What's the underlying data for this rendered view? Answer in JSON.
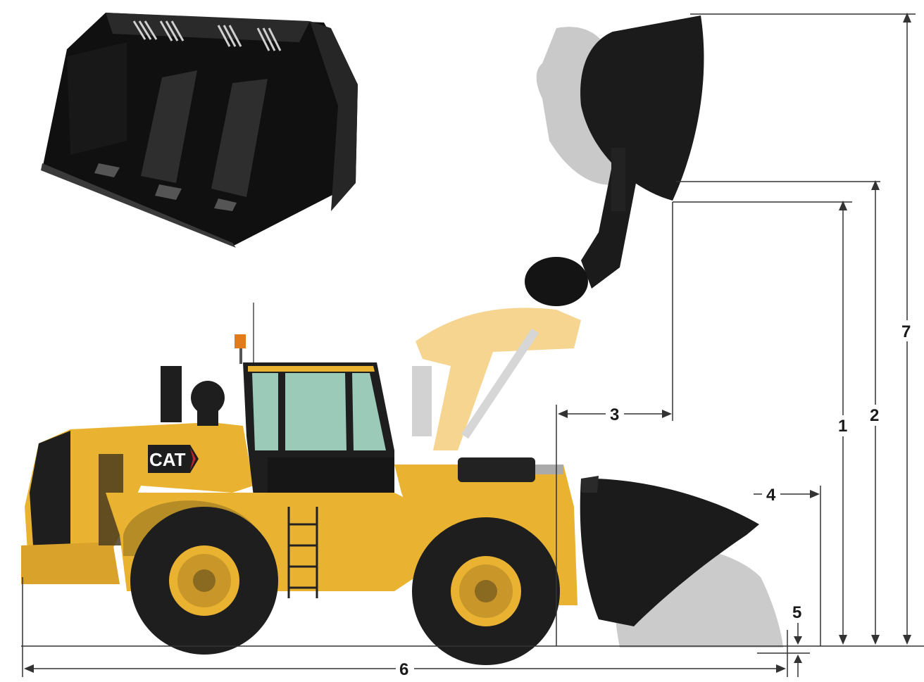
{
  "diagram": {
    "brand_logo_text": "CAT",
    "dimension_labels": {
      "d1": "1",
      "d2": "2",
      "d3": "3",
      "d4": "4",
      "d5": "5",
      "d6": "6",
      "d7": "7"
    }
  },
  "colors": {
    "machine_yellow": "#e9b331",
    "raised_arm_yellow": "#f5d590",
    "bucket_black": "#1b1b1b",
    "ghost_gray": "#c8c8c8",
    "glass_green": "#9bcbb8",
    "tire_black": "#1e1e1e",
    "dimension_line": "#333333"
  }
}
